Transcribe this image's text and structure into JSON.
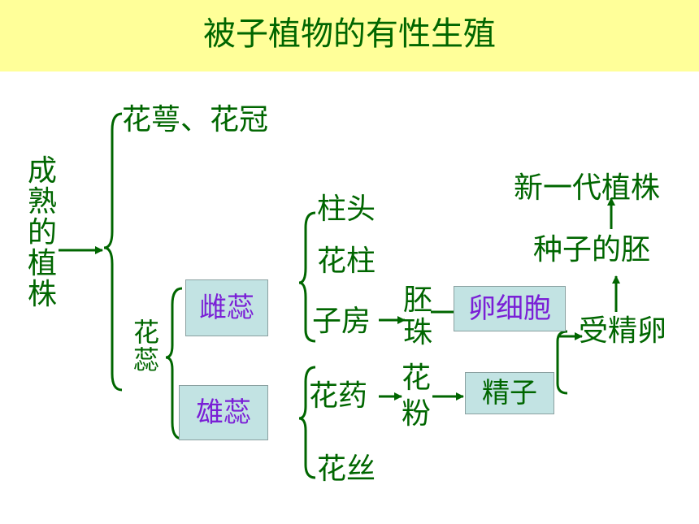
{
  "title": "被子植物的有性生殖",
  "left": {
    "c1": "成",
    "c2": "熟",
    "c3": "的",
    "c4": "植",
    "c5": "株"
  },
  "top_branch": "花萼、花冠",
  "flower": {
    "c1": "花",
    "c2": "蕊"
  },
  "pistil": "雌蕊",
  "stamen": "雄蕊",
  "pistil_parts": {
    "stigma": "柱头",
    "style": "花柱",
    "ovary": "子房"
  },
  "stamen_parts": {
    "anther": "花药",
    "filament": "花丝"
  },
  "ovule": {
    "c1": "胚",
    "c2": "珠"
  },
  "pollen": {
    "c1": "花",
    "c2": "粉"
  },
  "egg_cell": "卵细胞",
  "sperm": "精子",
  "fertilized_egg": "受精卵",
  "embryo": "种子的胚",
  "new_plant": "新一代植株",
  "colors": {
    "text": "#006600",
    "box_fill": "#c2e3e3",
    "box_text_purple": "#7a1fd6",
    "title_bg": "#ffff99"
  }
}
